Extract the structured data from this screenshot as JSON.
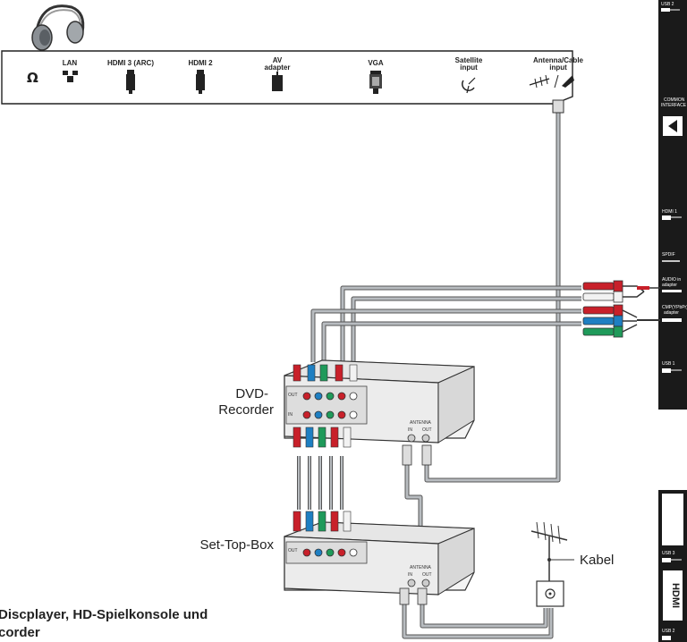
{
  "top_panel": {
    "ports": [
      "LAN",
      "HDMI 3 (ARC)",
      "HDMI 2",
      "AV adapter",
      "VGA",
      "Satellite input",
      "Antenna/Cable input"
    ]
  },
  "side_panel": {
    "labels": [
      "USB 2",
      "COMMON INTERFACE",
      "HDMI 1",
      "SPDIF",
      "AUDIO in adapter",
      "CMP(YPbPr) adapter",
      "USB 1"
    ]
  },
  "side_panel_lower": {
    "labels": [
      "USB 3",
      "HDMI",
      "USB 2"
    ]
  },
  "devices": {
    "dvd_recorder": "DVD-Recorder",
    "set_top_box": "Set-Top-Box",
    "cable": "Kabel",
    "antenna_label": "ANTENNA",
    "in_label": "IN",
    "out_label": "OUT"
  },
  "caption": {
    "line1": "Discplayer, HD-Spielkonsole und",
    "line2": "corder"
  },
  "colors": {
    "cable": "#b8bcc0",
    "cable_outline": "#555555",
    "red": "#c8202a",
    "white": "#f2f2f2",
    "blue": "#1e7fc2",
    "green": "#1f9a5a",
    "panel_dark": "#1a1a1a"
  }
}
